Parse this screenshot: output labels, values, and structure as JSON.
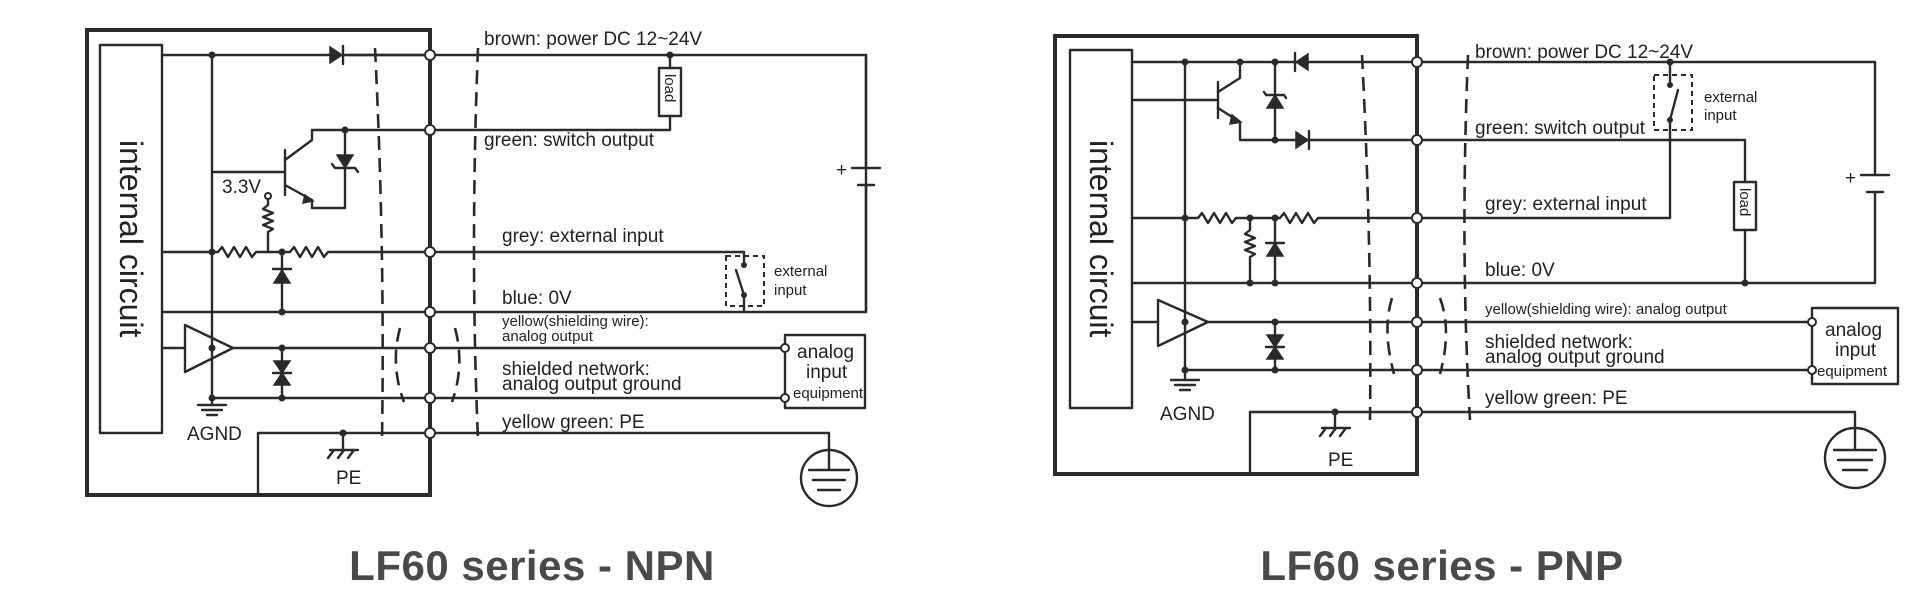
{
  "npn": {
    "caption": "LF60 series - NPN",
    "internal_circuit": "internal circuit",
    "voltage_label": "3.3V",
    "agnd": "AGND",
    "pe_ground": "PE",
    "wire_brown": "brown: power DC 12~24V",
    "wire_green": "green: switch output",
    "wire_grey": "grey: external input",
    "wire_blue": "blue: 0V",
    "wire_yellow_1": "yellow(shielding wire):",
    "wire_yellow_2": "analog output",
    "shield_1": "shielded network:",
    "shield_2": "analog output ground",
    "wire_pe": "yellow green: PE",
    "load": "load",
    "external_input_1": "external",
    "external_input_2": "input",
    "analog_1": "analog",
    "analog_2": "input",
    "analog_3": "equipment",
    "battery_plus": "+"
  },
  "pnp": {
    "caption": "LF60 series - PNP",
    "internal_circuit": "internal circuit",
    "agnd": "AGND",
    "pe_ground": "PE",
    "wire_brown": "brown: power DC 12~24V",
    "wire_green": "green: switch output",
    "wire_grey": "grey: external input",
    "wire_blue": "blue: 0V",
    "wire_yellow": "yellow(shielding wire): analog output",
    "shield_1": "shielded network:",
    "shield_2": "analog output ground",
    "wire_pe": "yellow green: PE",
    "load": "load",
    "external_input_1": "external",
    "external_input_2": "input",
    "analog_1": "analog",
    "analog_2": "input",
    "analog_3": "equipment",
    "battery_plus": "+"
  }
}
